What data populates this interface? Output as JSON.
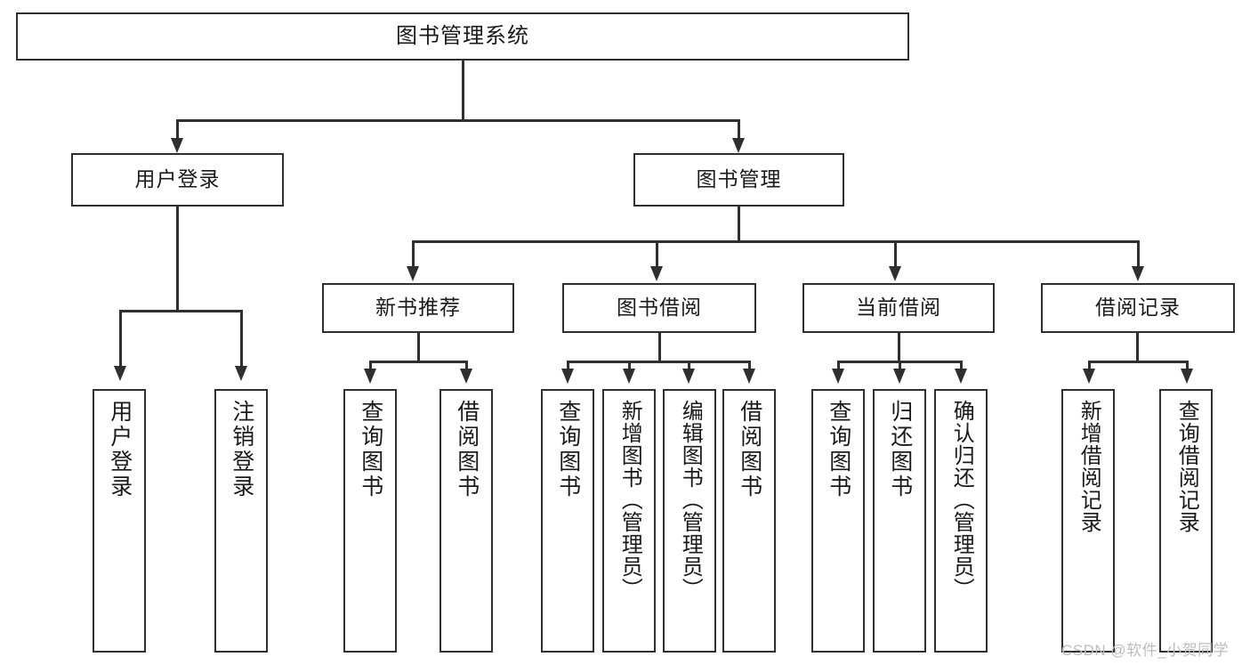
{
  "diagram": {
    "title": "图书管理系统",
    "type": "tree-hierarchy",
    "root": {
      "label": "图书管理系统"
    },
    "level1": [
      {
        "label": "用户登录"
      },
      {
        "label": "图书管理"
      }
    ],
    "level2": [
      {
        "label": "新书推荐",
        "parent": "图书管理"
      },
      {
        "label": "图书借阅",
        "parent": "图书管理"
      },
      {
        "label": "当前借阅",
        "parent": "图书管理"
      },
      {
        "label": "借阅记录",
        "parent": "图书管理"
      }
    ],
    "leaves": {
      "user_login": [
        {
          "label": "用户登录"
        },
        {
          "label": "注销登录"
        }
      ],
      "new_book_recommend": [
        {
          "label": "查询图书"
        },
        {
          "label": "借阅图书"
        }
      ],
      "book_borrow": [
        {
          "label": "查询图书"
        },
        {
          "label": "新增图书（管理员）"
        },
        {
          "label": "编辑图书（管理员）"
        },
        {
          "label": "借阅图书"
        }
      ],
      "current_borrow": [
        {
          "label": "查询图书"
        },
        {
          "label": "归还图书"
        },
        {
          "label": "确认归还（管理员）"
        }
      ],
      "borrow_record": [
        {
          "label": "新增借阅记录"
        },
        {
          "label": "查询借阅记录"
        }
      ]
    }
  },
  "watermark": {
    "text": "CSDN @软件_小贺同学"
  },
  "colors": {
    "stroke": "#2f2f2f",
    "fill": "#ffffff",
    "text": "#1a1a1a",
    "watermark": "#bdbdbd"
  }
}
